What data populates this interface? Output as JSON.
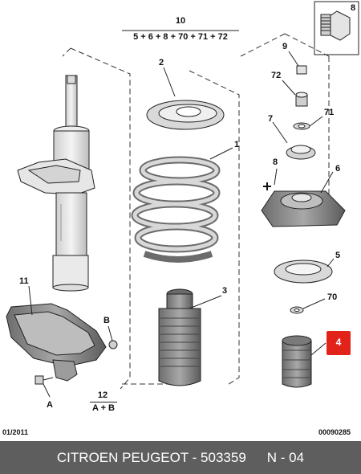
{
  "header": {
    "title_number": "10",
    "title_formula": "5 + 6 + 8 + 70 + 71 + 72",
    "group_number": "12",
    "group_formula": "A + B"
  },
  "callouts": {
    "c1": "1",
    "c2": "2",
    "c3": "3",
    "c4": "4",
    "c5": "5",
    "c6": "6",
    "c7": "7",
    "c8a": "8",
    "c8b": "8",
    "c9": "9",
    "c11": "11",
    "c70": "70",
    "c71": "71",
    "c72": "72",
    "cA": "A",
    "cB": "B"
  },
  "corners": {
    "date": "01/2011",
    "ref": "00090285"
  },
  "footer": {
    "brand": "CITROEN PEUGEOT - 503359",
    "code": "N - 04"
  },
  "colors": {
    "highlight": "#e2231a",
    "footer_bg": "#5e5e5e",
    "part_fill": "#e6e6e6",
    "line": "#222222"
  }
}
